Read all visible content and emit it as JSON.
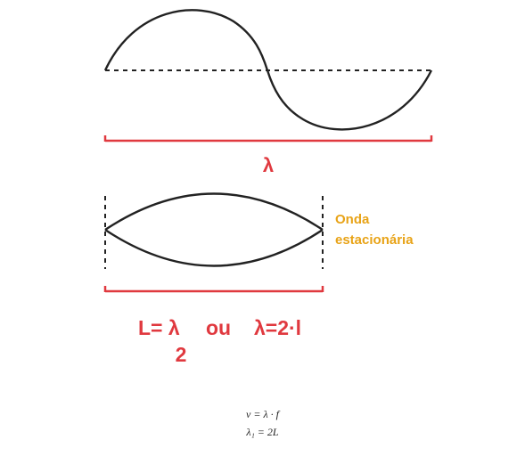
{
  "labels": {
    "lambda": "λ",
    "standing_wave_line1": "Onda",
    "standing_wave_line2": "estacionária",
    "eq_L": "L= λ",
    "eq_ou": "ou",
    "eq_lambda": "λ=2·l",
    "eq_denominator": "2"
  },
  "formulas": {
    "wave_speed": "v = λ · f",
    "first_harmonic": "λ₁ = 2L"
  },
  "colors": {
    "wave": "#222222",
    "bracket": "#e0393f",
    "label_red": "#e0393f",
    "label_yellow": "#e8a317"
  }
}
